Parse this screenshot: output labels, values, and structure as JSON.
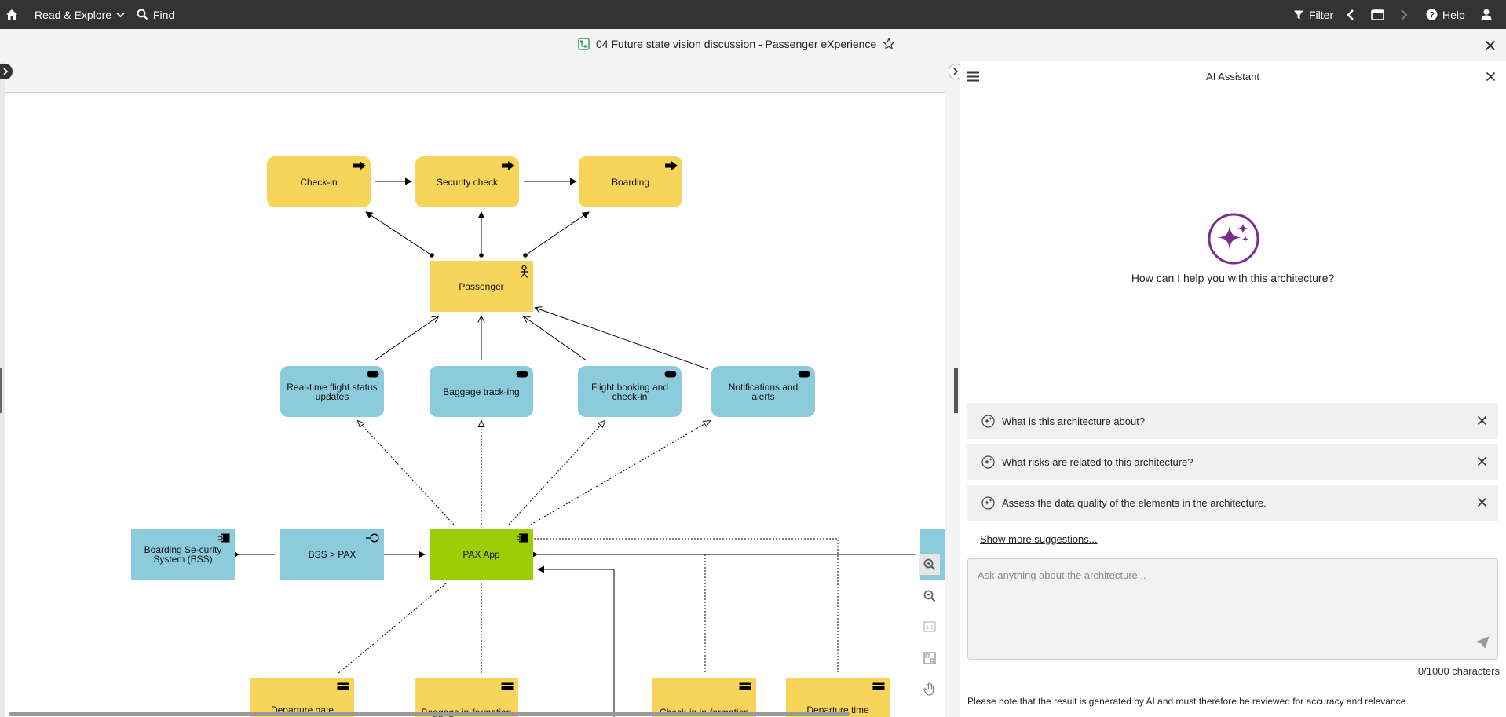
{
  "topbar": {
    "read_explore": "Read & Explore",
    "find": "Find",
    "filter": "Filter",
    "help": "Help"
  },
  "document": {
    "title": "04 Future state vision discussion - Passenger eXperience"
  },
  "diagram": {
    "nodes": {
      "checkin": "Check-in",
      "security": "Security check",
      "boarding": "Boarding",
      "passenger": "Passenger",
      "realtime": "Real-time flight status updates",
      "baggage_tracking": "Baggage track-ing",
      "flight_booking": "Flight booking and check-in",
      "notifications": "Notifications and alerts",
      "bss": "Boarding Se-curity System (BSS)",
      "bss_pax": "BSS > PAX",
      "pax_app": "PAX App",
      "departure_gate": "Departure gate",
      "baggage_info": "Baggage in-formation",
      "checkin_info": "Check-in in-formation",
      "departure_time": "Departure time"
    }
  },
  "ai_panel": {
    "title": "AI Assistant",
    "prompt": "How can I help you with this architecture?",
    "suggestions": [
      "What is this architecture about?",
      "What risks are related to this architecture?",
      "Assess the data quality of the elements in the architecture."
    ],
    "show_more": "Show more suggestions...",
    "input_placeholder": "Ask anything about the architecture...",
    "char_count": "0/1000 characters",
    "disclaimer": "Please note that the result is generated by AI and must therefore be reviewed for accuracy and relevance.",
    "accent_color": "#7b2d8e"
  },
  "colors": {
    "topbar": "#333333",
    "business": "#f7d55a",
    "application": "#8ccbdb",
    "highlight": "#9dcd06"
  }
}
